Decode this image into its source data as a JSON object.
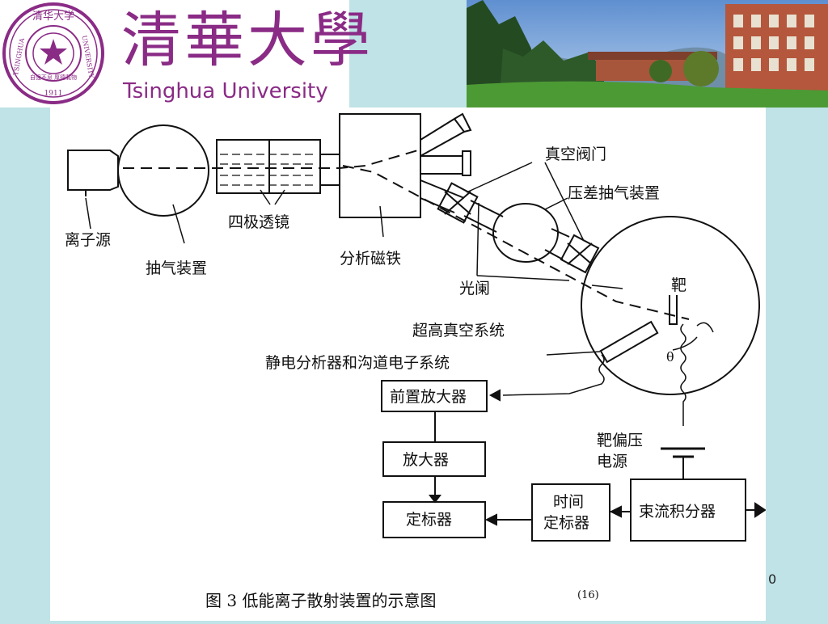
{
  "header": {
    "seal_text_top": "清华大学",
    "seal_text_left": "TSINGHUA",
    "seal_text_right": "UNIVERSITY",
    "seal_year": "1911",
    "seal_motto": "自强不息 厚德载物",
    "wordmark_cn": "清華大學",
    "wordmark_en": "Tsinghua University"
  },
  "diagram": {
    "labels": {
      "ion_source": "离子源",
      "pump": "抽气装置",
      "quadrupole": "四极透镜",
      "magnet": "分析磁铁",
      "vacuum_valve": "真空阀门",
      "diff_pump": "压差抽气装置",
      "aperture": "光阑",
      "target": "靶",
      "uhv": "超高真空系统",
      "analyzer": "静电分析器和沟道电子系统",
      "theta": "θ",
      "preamp": "前置放大器",
      "amp": "放大器",
      "target_bias_line1": "靶偏压",
      "target_bias_line2": "电源",
      "scaler": "定标器",
      "timer_line1": "时间",
      "timer_line2": "定标器",
      "integrator": "束流积分器"
    },
    "caption": "图 3    低能离子散射装置的示意图",
    "caption_ref": "(16)"
  },
  "page_number": "0",
  "colors": {
    "background": "#bfe3e6",
    "brand_purple": "#8a2b86"
  }
}
